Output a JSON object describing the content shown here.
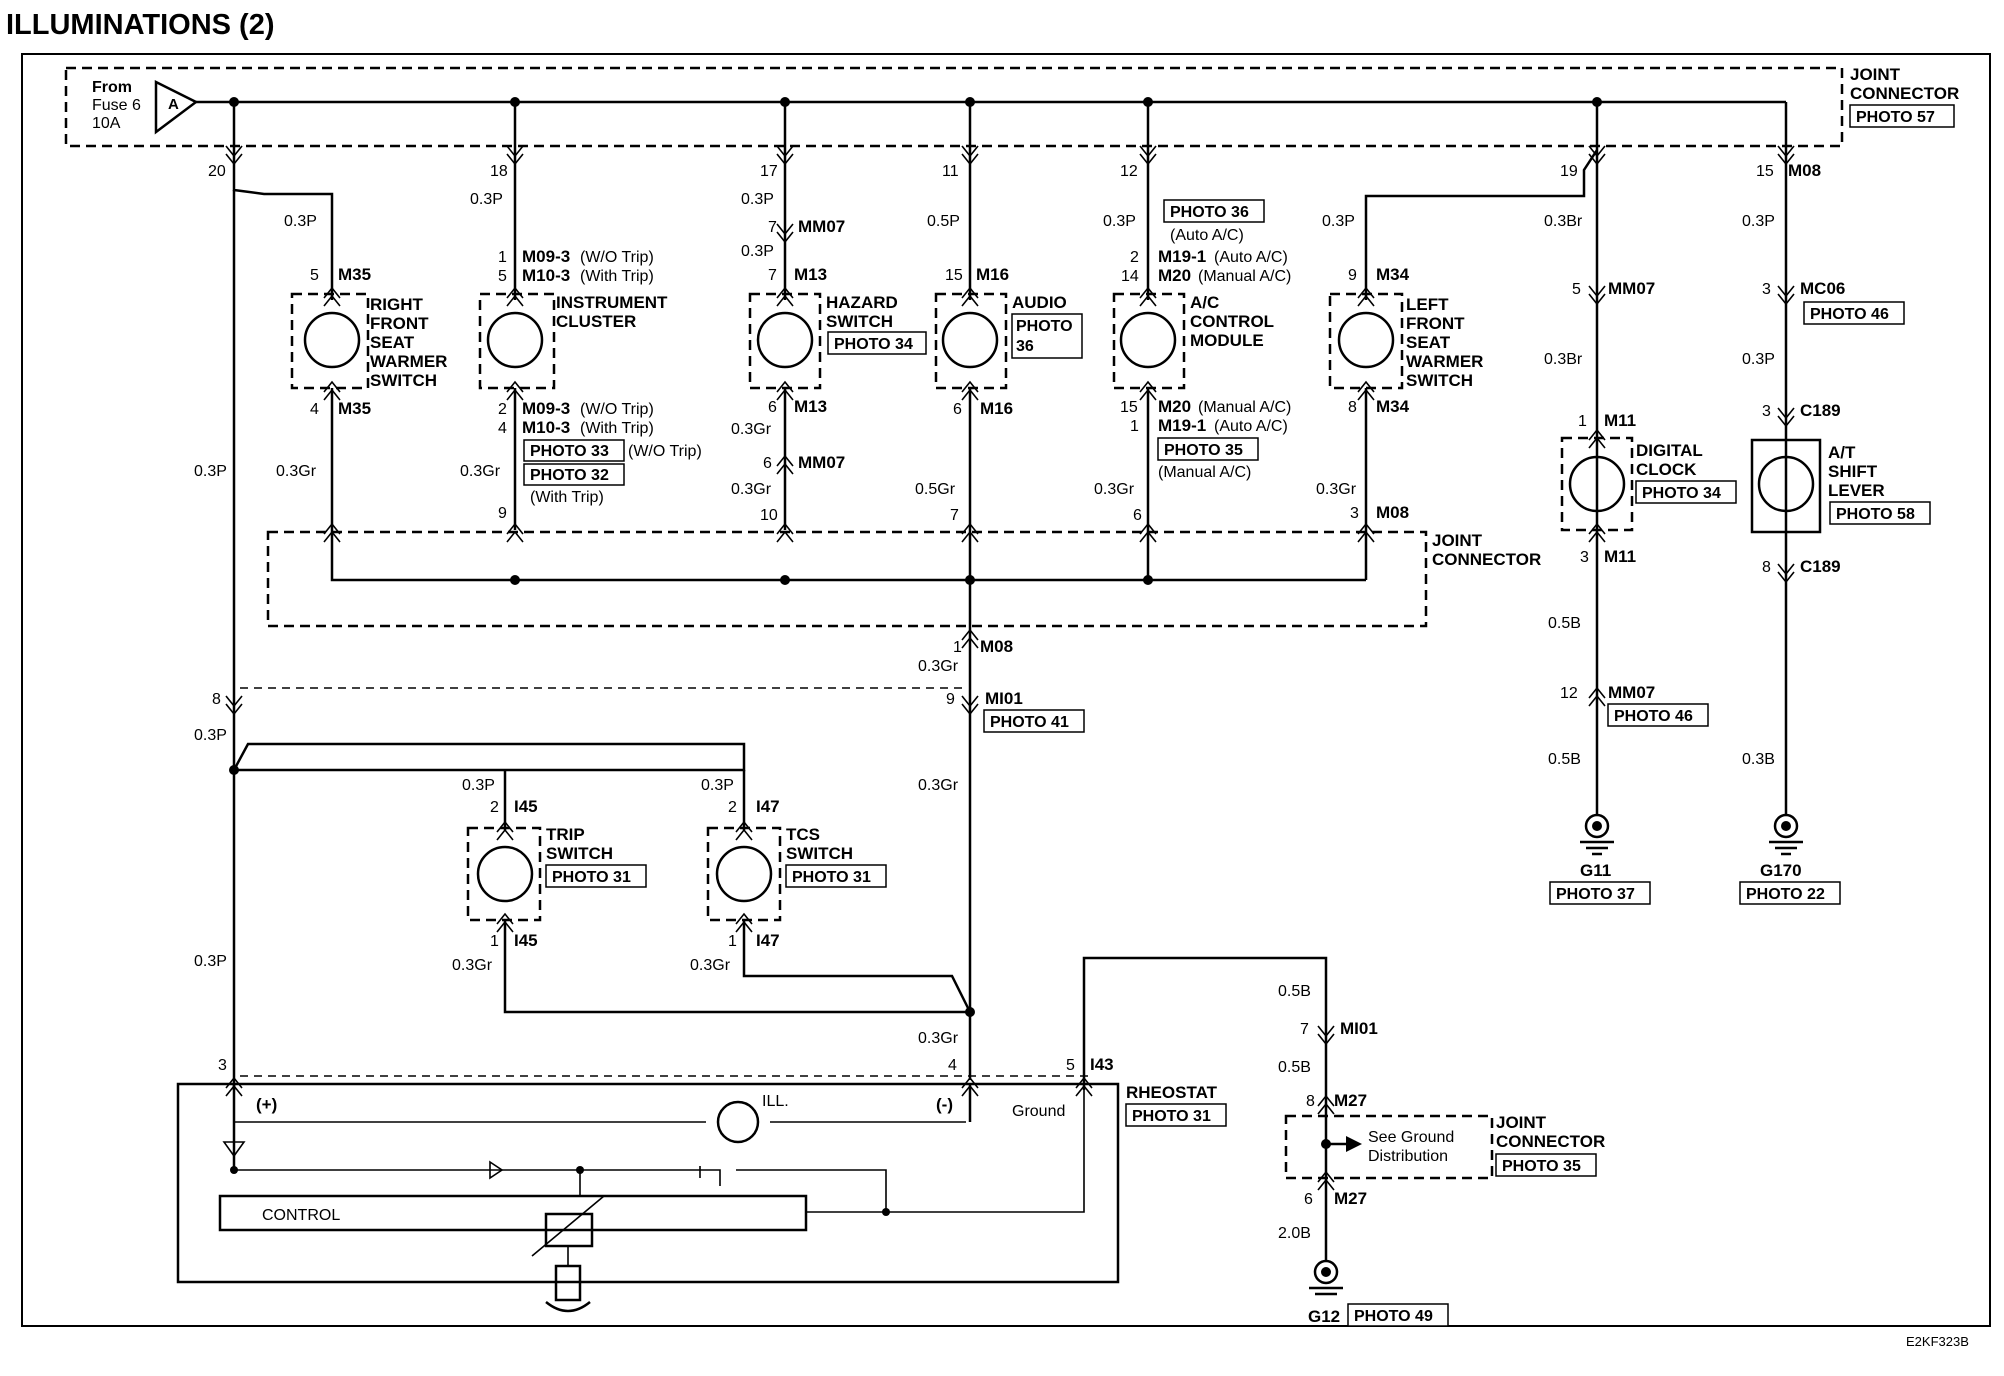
{
  "title": "ILLUMINATIONS (2)",
  "code": "E2KF323B",
  "top": {
    "from": "From",
    "fuse": "Fuse 6",
    "amp": "10A",
    "tri": "A",
    "joint1": "JOINT",
    "joint2": "CONNECTOR",
    "photo": "PHOTO 57"
  },
  "jc2": {
    "l1": "JOINT",
    "l2": "CONNECTOR"
  },
  "c1": {
    "pin_top": "20",
    "w1": "0.3P",
    "p5": "5",
    "c5": "M35",
    "n1": "RIGHT",
    "n2": "FRONT",
    "n3": "SEAT",
    "n4": "WARMER",
    "n5": "SWITCH",
    "p4": "4",
    "c4": "M35",
    "w_left": "0.3P",
    "w2": "0.3Gr"
  },
  "c2": {
    "pin_top": "18",
    "w1": "0.3P",
    "a1": "1",
    "a1c": "M09-3",
    "a1t": "(W/O Trip)",
    "a2": "5",
    "a2c": "M10-3",
    "a2t": "(With Trip)",
    "n1": "INSTRUMENT",
    "n2": "CLUSTER",
    "b1": "2",
    "b1c": "M09-3",
    "b1t": "(W/O Trip)",
    "b2": "4",
    "b2c": "M10-3",
    "b2t": "(With Trip)",
    "ph1": "PHOTO 33",
    "ph1t": "(W/O Trip)",
    "ph2": "PHOTO 32",
    "ph2t": "(With Trip)",
    "w2": "0.3Gr",
    "jpin": "9"
  },
  "c3": {
    "pin_top": "17",
    "w1": "0.3P",
    "p7": "7",
    "c7": "MM07",
    "w1b": "0.3P",
    "p7b": "7",
    "c13": "M13",
    "n1": "HAZARD",
    "n2": "SWITCH",
    "ph": "PHOTO 34",
    "p6": "6",
    "c6": "M13",
    "w2": "0.3Gr",
    "p6b": "6",
    "c6b": "MM07",
    "w3": "0.3Gr",
    "jpin": "10"
  },
  "c4": {
    "pin_top": "11",
    "w1": "0.5P",
    "p15": "15",
    "c15": "M16",
    "n1": "AUDIO",
    "ph1": "PHOTO",
    "ph2": "36",
    "p6": "6",
    "c6": "M16",
    "w2": "0.5Gr",
    "jpin": "7",
    "m08pin": "1",
    "m08": "M08",
    "w3": "0.3Gr",
    "mi_pin": "9",
    "mi": "MI01",
    "mi_ph": "PHOTO 41",
    "w4": "0.3Gr",
    "w5": "0.3Gr"
  },
  "c5": {
    "pin_top": "12",
    "w1": "0.3P",
    "ph": "PHOTO 36",
    "pht": "(Auto A/C)",
    "a1": "2",
    "a1c": "M19-1",
    "a1t": "(Auto A/C)",
    "a2": "14",
    "a2c": "M20",
    "a2t": "(Manual A/C)",
    "n1": "A/C",
    "n2": "CONTROL",
    "n3": "MODULE",
    "b1": "15",
    "b1c": "M20",
    "b1t": "(Manual A/C)",
    "b2": "1",
    "b2c": "M19-1",
    "b2t": "(Auto A/C)",
    "ph2": "PHOTO 35",
    "ph2t": "(Manual A/C)",
    "w2": "0.3Gr",
    "jpin": "6"
  },
  "c6": {
    "w1": "0.3P",
    "p9": "9",
    "c9": "M34",
    "n1": "LEFT",
    "n2": "FRONT",
    "n3": "SEAT",
    "n4": "WARMER",
    "n5": "SWITCH",
    "p8": "8",
    "c8": "M34",
    "w2": "0.3Gr",
    "jpin": "3",
    "jc": "M08"
  },
  "c7": {
    "pin_top": "19",
    "w1": "0.3Br",
    "p5": "5",
    "c5": "MM07",
    "w2": "0.3Br",
    "p1": "1",
    "c1": "M11",
    "n1": "DIGITAL",
    "n2": "CLOCK",
    "ph": "PHOTO 34",
    "p3": "3",
    "c3": "M11",
    "w3": "0.5B",
    "p12": "12",
    "c12": "MM07",
    "ph2": "PHOTO 46",
    "w4": "0.5B",
    "g": "G11",
    "gph": "PHOTO 37"
  },
  "c8": {
    "pin_top": "15",
    "jc": "M08",
    "w1": "0.3P",
    "p3": "3",
    "c3": "MC06",
    "ph": "PHOTO 46",
    "w2": "0.3P",
    "p3b": "3",
    "c189a": "C189",
    "n1": "A/T",
    "n2": "SHIFT",
    "n3": "LEVER",
    "ph2": "PHOTO 58",
    "p8": "8",
    "c189b": "C189",
    "w3": "0.3B",
    "g": "G170",
    "gph": "PHOTO 22"
  },
  "left": {
    "p8": "8",
    "w1": "0.3P",
    "w2": "0.3P",
    "p3": "3"
  },
  "trip": {
    "w1": "0.3P",
    "p2": "2",
    "c": "I45",
    "n1": "TRIP",
    "n2": "SWITCH",
    "ph": "PHOTO 31",
    "p1": "1",
    "c1": "I45",
    "w2": "0.3Gr"
  },
  "tcs": {
    "w1": "0.3P",
    "p2": "2",
    "c": "I47",
    "n1": "TCS",
    "n2": "SWITCH",
    "ph": "PHOTO 31",
    "p1": "1",
    "c1": "I47",
    "w2": "0.3Gr"
  },
  "rheo": {
    "p4": "4",
    "p5": "5",
    "c": "I43",
    "n": "RHEOSTAT",
    "ph": "PHOTO 31",
    "plus": "(+)",
    "minus": "(-)",
    "ill": "ILL.",
    "ground": "Ground",
    "control": "CONTROL"
  },
  "gnd": {
    "w1": "0.5B",
    "p7": "7",
    "c7": "MI01",
    "w2": "0.5B",
    "p8": "8",
    "c8": "M27",
    "see1": "See Ground",
    "see2": "Distribution",
    "j1": "JOINT",
    "j2": "CONNECTOR",
    "jph": "PHOTO 35",
    "p6": "6",
    "c6": "M27",
    "w3": "2.0B",
    "g": "G12",
    "gph": "PHOTO 49"
  }
}
